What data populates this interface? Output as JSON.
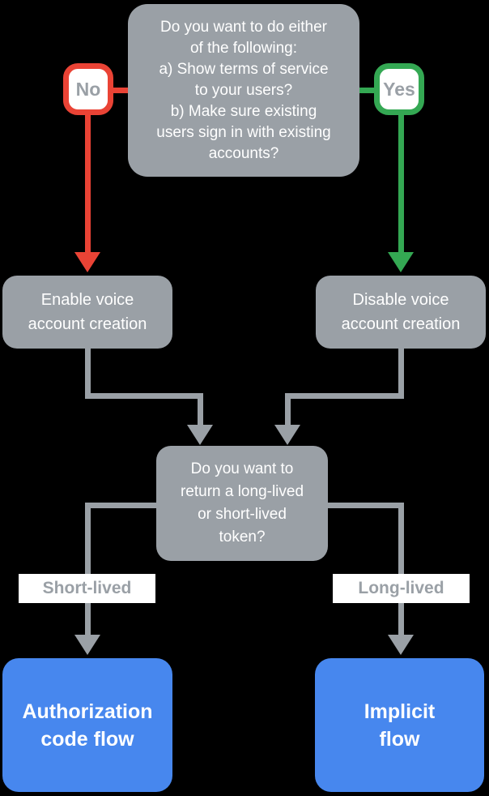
{
  "colors": {
    "gray": "#9AA0A6",
    "red": "#EA4335",
    "green": "#34A853",
    "blue": "#4787EE",
    "label-text": "#9AA0A6",
    "node-text": "#FFFFFF"
  },
  "flowchart": {
    "top_question": {
      "lines": [
        "Do you want to do either",
        "of the following:",
        "a) Show terms of service",
        "to your users?",
        "b) Make sure existing",
        "users sign in with existing",
        "accounts?"
      ]
    },
    "no_badge": "No",
    "yes_badge": "Yes",
    "enable_node": {
      "lines": [
        "Enable voice",
        "account creation"
      ]
    },
    "disable_node": {
      "lines": [
        "Disable voice",
        "account creation"
      ]
    },
    "token_question": {
      "lines": [
        "Do you want to",
        "return a long-lived",
        "or short-lived",
        "token?"
      ]
    },
    "short_lived_label": "Short-lived",
    "long_lived_label": "Long-lived",
    "auth_code_node": {
      "lines": [
        "Authorization",
        "code flow"
      ]
    },
    "implicit_node": {
      "lines": [
        "Implicit",
        "flow"
      ]
    }
  }
}
